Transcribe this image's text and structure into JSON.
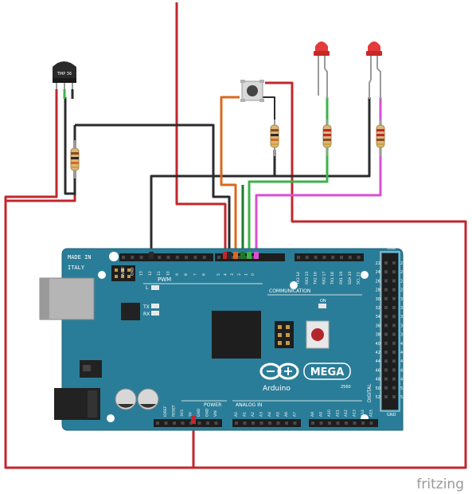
{
  "board": {
    "brand_line1": "MADE IN",
    "brand_line2": "ITALY",
    "name": "Arduino",
    "model": "MEGA",
    "model_sub": "2560",
    "label_pwm": "PWM",
    "label_communication": "COMMUNICATION",
    "label_power": "POWER",
    "label_analog_in": "ANALOG IN",
    "label_digital": "DIGITAL",
    "label_l": "L",
    "label_tx": "TX",
    "label_rx": "RX",
    "label_on": "ON",
    "label_gnd": "GND",
    "pins_pwm": [
      "AREF",
      "GND",
      "13",
      "12",
      "11",
      "10",
      "9",
      "8",
      "7",
      "6",
      "5",
      "4",
      "3",
      "2",
      "1",
      "0"
    ],
    "pins_comm": [
      "TX3 14",
      "RX3 15",
      "TX2 16",
      "RX2 17",
      "TX1 18",
      "RX1 19",
      "SDA 20",
      "SCL 21"
    ],
    "pins_power": [
      "IOREF",
      "RESET",
      "3V3",
      "5V",
      "GND",
      "GND",
      "VIN"
    ],
    "pins_analog": [
      "A0",
      "A1",
      "A2",
      "A3",
      "A4",
      "A5",
      "A6",
      "A7",
      "A8",
      "A9",
      "A10",
      "A11",
      "A12",
      "A13",
      "A14",
      "A15"
    ],
    "pins_digital_left": [
      "22",
      "24",
      "26",
      "28",
      "30",
      "32",
      "34",
      "36",
      "38",
      "40",
      "42",
      "44",
      "46",
      "48",
      "50",
      "52"
    ],
    "pins_digital_right": [
      "23",
      "25",
      "27",
      "29",
      "31",
      "33",
      "35",
      "37",
      "39",
      "41",
      "43",
      "45",
      "47",
      "49",
      "51",
      "53"
    ]
  },
  "components": {
    "sensor_label": "TMP 36"
  },
  "watermark": "fritzing"
}
